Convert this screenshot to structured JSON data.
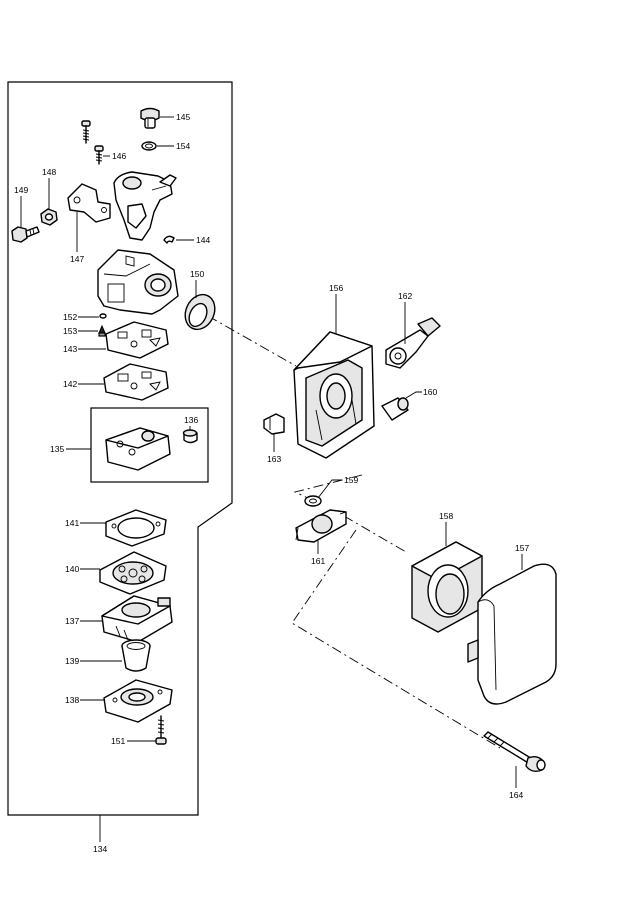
{
  "labels": {
    "p134": "134",
    "p135": "135",
    "p136": "136",
    "p137": "137",
    "p138": "138",
    "p139": "139",
    "p140": "140",
    "p141": "141",
    "p142": "142",
    "p143": "143",
    "p144": "144",
    "p145": "145",
    "p146": "146",
    "p147": "147",
    "p148": "148",
    "p149": "149",
    "p150": "150",
    "p151": "151",
    "p152": "152",
    "p153": "153",
    "p154": "154",
    "p156": "156",
    "p157": "157",
    "p158": "158",
    "p159": "159",
    "p160": "160",
    "p161": "161",
    "p162": "162",
    "p163": "163",
    "p164": "164"
  }
}
